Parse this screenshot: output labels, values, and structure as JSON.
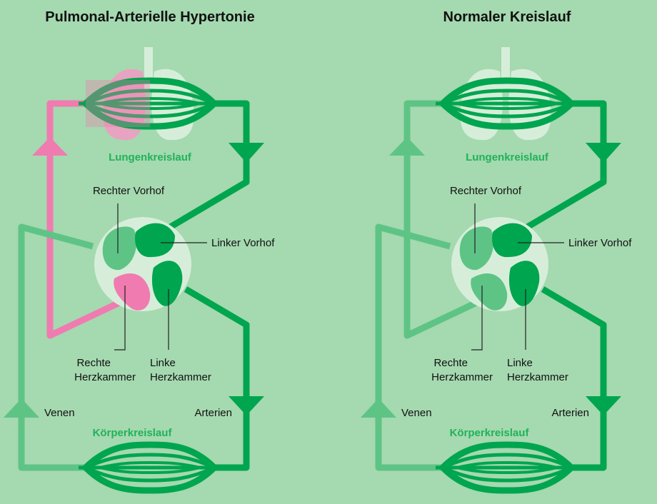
{
  "panels": [
    {
      "title": "Pulmonal-Arterielle Hypertonie",
      "lung_circulation": "Lungenkreislauf",
      "body_circulation": "Körperkreislauf",
      "right_atrium": "Rechter Vorhof",
      "left_atrium": "Linker Vorhof",
      "right_ventricle_line1": "Rechte",
      "right_ventricle_line2": "Herzkammer",
      "left_ventricle_line1": "Linke",
      "left_ventricle_line2": "Herzkammer",
      "veins": "Venen",
      "arteries": "Arterien"
    },
    {
      "title": "Normaler Kreislauf",
      "lung_circulation": "Lungenkreislauf",
      "body_circulation": "Körperkreislauf",
      "right_atrium": "Rechter Vorhof",
      "left_atrium": "Linker Vorhof",
      "right_ventricle_line1": "Rechte",
      "right_ventricle_line2": "Herzkammer",
      "left_ventricle_line1": "Linke",
      "left_ventricle_line2": "Herzkammer",
      "veins": "Venen",
      "arteries": "Arterien"
    }
  ],
  "colors": {
    "background": "#a5d9b0",
    "oxygenated": "#00a54f",
    "deoxygenated": "#5ec486",
    "pah_highlight": "#f07bb0",
    "lung": "#d6eed9",
    "heart_body": "#d6eed9"
  }
}
